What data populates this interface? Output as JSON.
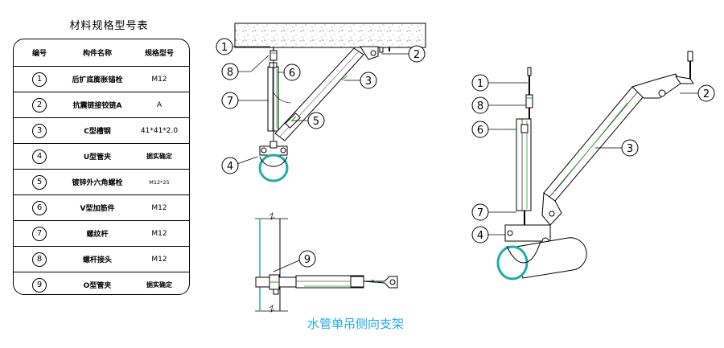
{
  "table": {
    "title": "材料规格型号表",
    "headers": [
      "编号",
      "构件名称",
      "规格型号"
    ],
    "rows": [
      {
        "num": "1",
        "name": "后扩底膨胀锚栓",
        "spec": "M12"
      },
      {
        "num": "2",
        "name": "抗震链接铰链A",
        "spec": "A"
      },
      {
        "num": "3",
        "name": "C型槽钢",
        "spec": "41*41*2.0"
      },
      {
        "num": "4",
        "name": "U型管夹",
        "spec": "据实确定"
      },
      {
        "num": "5",
        "name": "镀锌外六角螺栓",
        "spec": "M12*25"
      },
      {
        "num": "6",
        "name": "V型加筋件",
        "spec": "M12"
      },
      {
        "num": "7",
        "name": "螺纹杆",
        "spec": "M12"
      },
      {
        "num": "8",
        "name": "螺杆接头",
        "spec": "M12"
      },
      {
        "num": "9",
        "name": "O型管夹",
        "spec": "据实确定"
      }
    ]
  },
  "caption": "水管单吊侧向支架",
  "callouts": {
    "front": [
      "1",
      "8",
      "7",
      "4",
      "2",
      "6",
      "3",
      "5"
    ],
    "plan": [
      "9"
    ],
    "iso": [
      "1",
      "8",
      "6",
      "7",
      "4",
      "2",
      "3"
    ]
  },
  "colors": {
    "pipe": "#22aaaa",
    "accent": "#22aa22",
    "caption": "#22aaee"
  }
}
